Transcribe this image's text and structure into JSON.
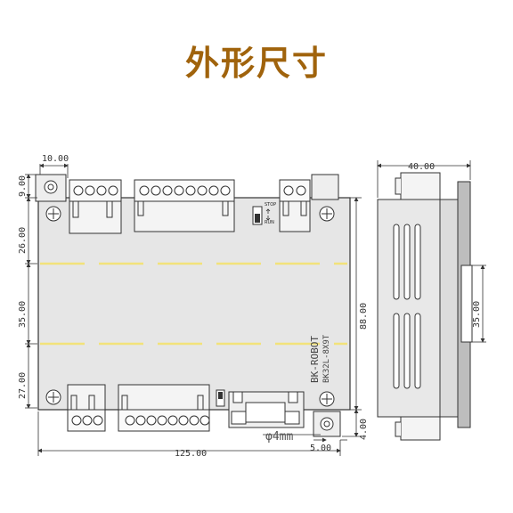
{
  "title": "外形尺寸",
  "dimensions": {
    "top_hole_offset": "10.00",
    "top_ear": "9.00",
    "top_section": "26.00",
    "mid_section": "35.00",
    "bottom_section": "27.00",
    "total_height": "88.00",
    "total_width": "125.00",
    "hole_diameter": "φ4mm",
    "edge_offset": "4.00",
    "side_offset": "5.00",
    "side_depth": "40.00",
    "rail_height": "35.00"
  },
  "board_label": {
    "brand": "BK-ROBOT",
    "model": "BK32L-8X9T"
  },
  "switch_label": {
    "stop": "STOP",
    "run": "RUN"
  }
}
